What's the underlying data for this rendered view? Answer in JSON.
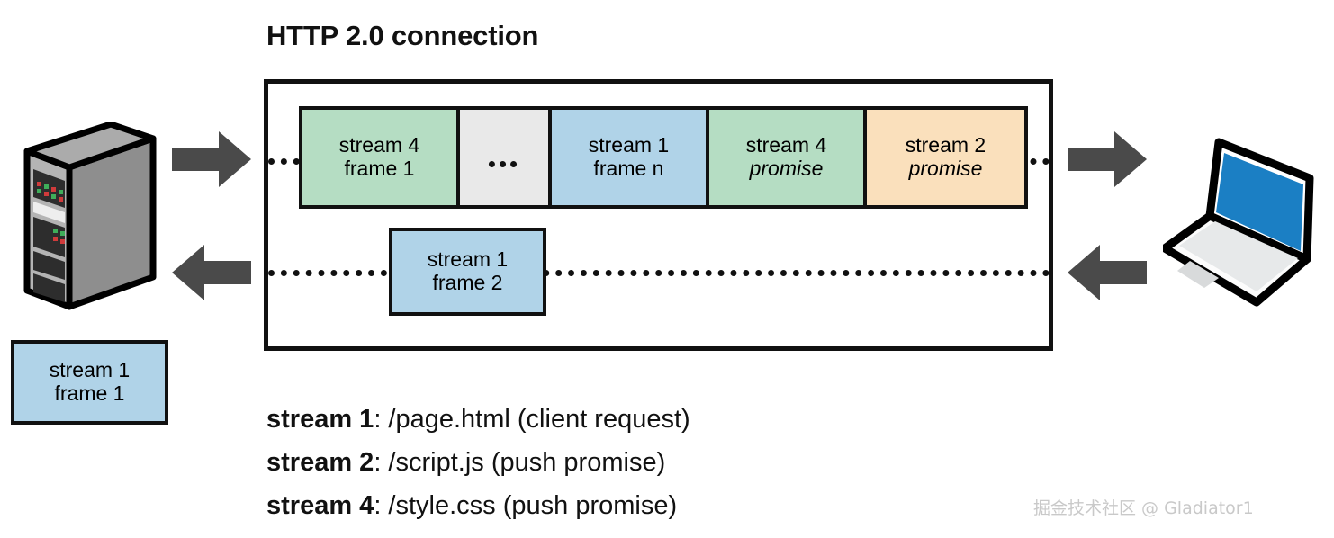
{
  "title": "HTTP 2.0 connection",
  "frames_top": [
    {
      "line1": "stream 4",
      "line2": "frame 1",
      "color": "#b5ddc3",
      "italic2": false,
      "width": 175
    },
    {
      "line1": "",
      "line2": "•••",
      "color": "#e9e9e9",
      "italic2": false,
      "width": 102
    },
    {
      "line1": "stream 1",
      "line2": "frame n",
      "color": "#b0d3e8",
      "italic2": false,
      "width": 175
    },
    {
      "line1": "stream 4",
      "line2": "promise",
      "color": "#b5ddc3",
      "italic2": true,
      "width": 175
    },
    {
      "line1": "stream 2",
      "line2": "promise",
      "color": "#fae0bc",
      "italic2": true,
      "width": 175
    }
  ],
  "frame_lower": {
    "line1": "stream 1",
    "line2": "frame 2",
    "color": "#b0d3e8"
  },
  "key_box": {
    "line1": "stream 1",
    "line2": "frame 1",
    "color": "#b0d3e8"
  },
  "ellipsis": "•••",
  "arrows": {
    "top_left": "arrow-right",
    "top_right": "arrow-right",
    "bottom_left": "arrow-left",
    "bottom_right": "arrow-left",
    "color": "#4a4a4a"
  },
  "devices": {
    "server": "server-tower-icon",
    "client": "laptop-icon"
  },
  "stream_legend": [
    {
      "name": "stream 1",
      "detail": ": /page.html  (client request)"
    },
    {
      "name": "stream 2",
      "detail": ": /script.js  (push promise)"
    },
    {
      "name": "stream 4",
      "detail": ": /style.css  (push promise)"
    }
  ],
  "watermark": "掘金技术社区 @ Gladiator1",
  "colors": {
    "green": "#b5ddc3",
    "blue": "#b0d3e8",
    "orange": "#fae0bc",
    "gray": "#e9e9e9",
    "outline": "#111111",
    "arrow": "#4a4a4a",
    "laptop_screen": "#1b7fc4",
    "server_body": "#9a9a9a"
  }
}
